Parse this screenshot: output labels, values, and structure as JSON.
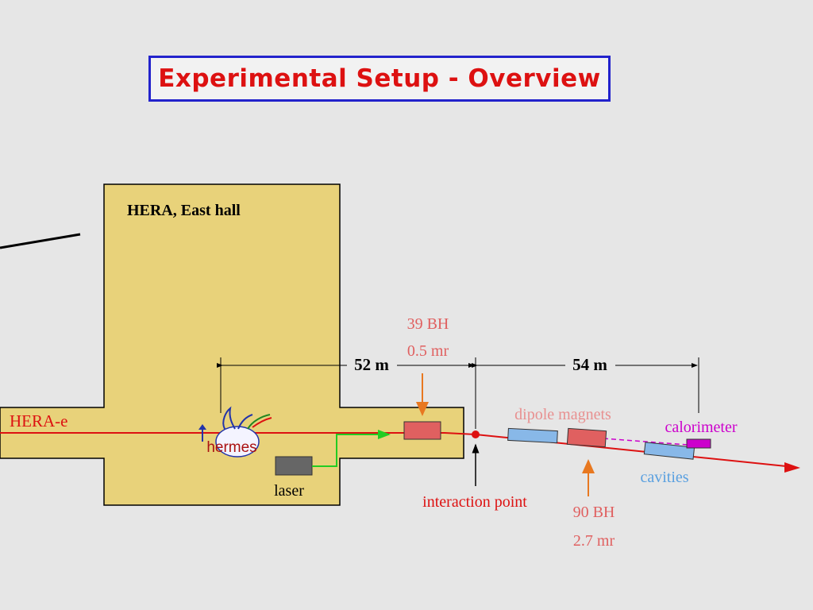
{
  "title": "Experimental Setup - Overview",
  "diagram": {
    "hall_label": "HERA, East hall",
    "beam_label": "HERA-e",
    "detector_label": "hermes",
    "laser_label": "laser",
    "distance_left": "52 m",
    "distance_right": "54 m",
    "magnet_39": {
      "line1": "39 BH",
      "line2": "0.5 mr"
    },
    "magnet_90": {
      "line1": "90 BH",
      "line2": "2.7 mr"
    },
    "dipole_label": "dipole magnets",
    "calorimeter_label": "calorimeter",
    "cavities_label": "cavities",
    "interaction_label": "interaction point"
  },
  "colors": {
    "background": "#e6e6e6",
    "hall": "#e8d27a",
    "title_border": "#2222cc",
    "title_text": "#dd1111",
    "beam": "#dd1111",
    "bh_label": "#e06060",
    "orange_arrow": "#e87820",
    "magnet_blue": "#88b8e8",
    "magnet_red": "#e06060",
    "calorimeter": "#cc00cc",
    "cavities_text": "#5aa0e0",
    "laser_path": "#22cc22"
  }
}
